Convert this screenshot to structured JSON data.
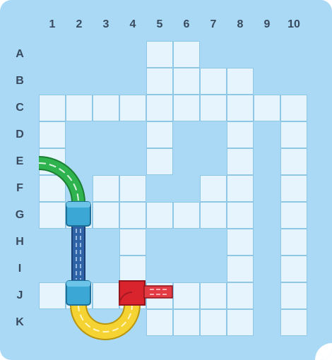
{
  "board": {
    "columns": [
      "1",
      "2",
      "3",
      "4",
      "5",
      "6",
      "7",
      "8",
      "9",
      "10"
    ],
    "rows": [
      "A",
      "B",
      "C",
      "D",
      "E",
      "F",
      "G",
      "H",
      "I",
      "J",
      "K"
    ],
    "open_cells": {
      "A": [
        5,
        6
      ],
      "B": [
        5,
        6,
        7,
        8
      ],
      "C": [
        1,
        2,
        3,
        4,
        5,
        6,
        7,
        8,
        9,
        10
      ],
      "D": [
        1,
        5,
        8,
        10
      ],
      "E": [
        1,
        5,
        8,
        10
      ],
      "F": [
        1,
        3,
        4,
        7,
        8,
        10
      ],
      "G": [
        1,
        2,
        3,
        4,
        5,
        6,
        7,
        8,
        10
      ],
      "H": [
        4,
        8,
        10
      ],
      "I": [
        4,
        8,
        10
      ],
      "J": [
        1,
        2,
        3,
        4,
        5,
        6,
        7,
        8,
        10
      ],
      "K": [
        5,
        6,
        7,
        8,
        10
      ]
    }
  },
  "pieces": [
    {
      "name": "green-curve-piece",
      "color": "#27a844",
      "type": "curve",
      "from": "E1",
      "to": "G2"
    },
    {
      "name": "blue-straight-piece",
      "color": "#2f63a8",
      "type": "straight",
      "from": "G2",
      "to": "J2"
    },
    {
      "name": "cyan-connector-top",
      "color": "#3aa7d4",
      "type": "connector",
      "at": "G2"
    },
    {
      "name": "cyan-connector-bottom",
      "color": "#3aa7d4",
      "type": "connector",
      "at": "J2"
    },
    {
      "name": "yellow-curve-piece",
      "color": "#f2cf2a",
      "type": "u-curve",
      "from": "J2",
      "to": "J4"
    },
    {
      "name": "red-end-piece",
      "color": "#d9232d",
      "type": "end",
      "at": "J4"
    }
  ],
  "colors": {
    "background": "#a9d9f4",
    "cell": "#e6f5fd",
    "cell_border": "#8fc7e6",
    "label": "#3a4a5e"
  }
}
